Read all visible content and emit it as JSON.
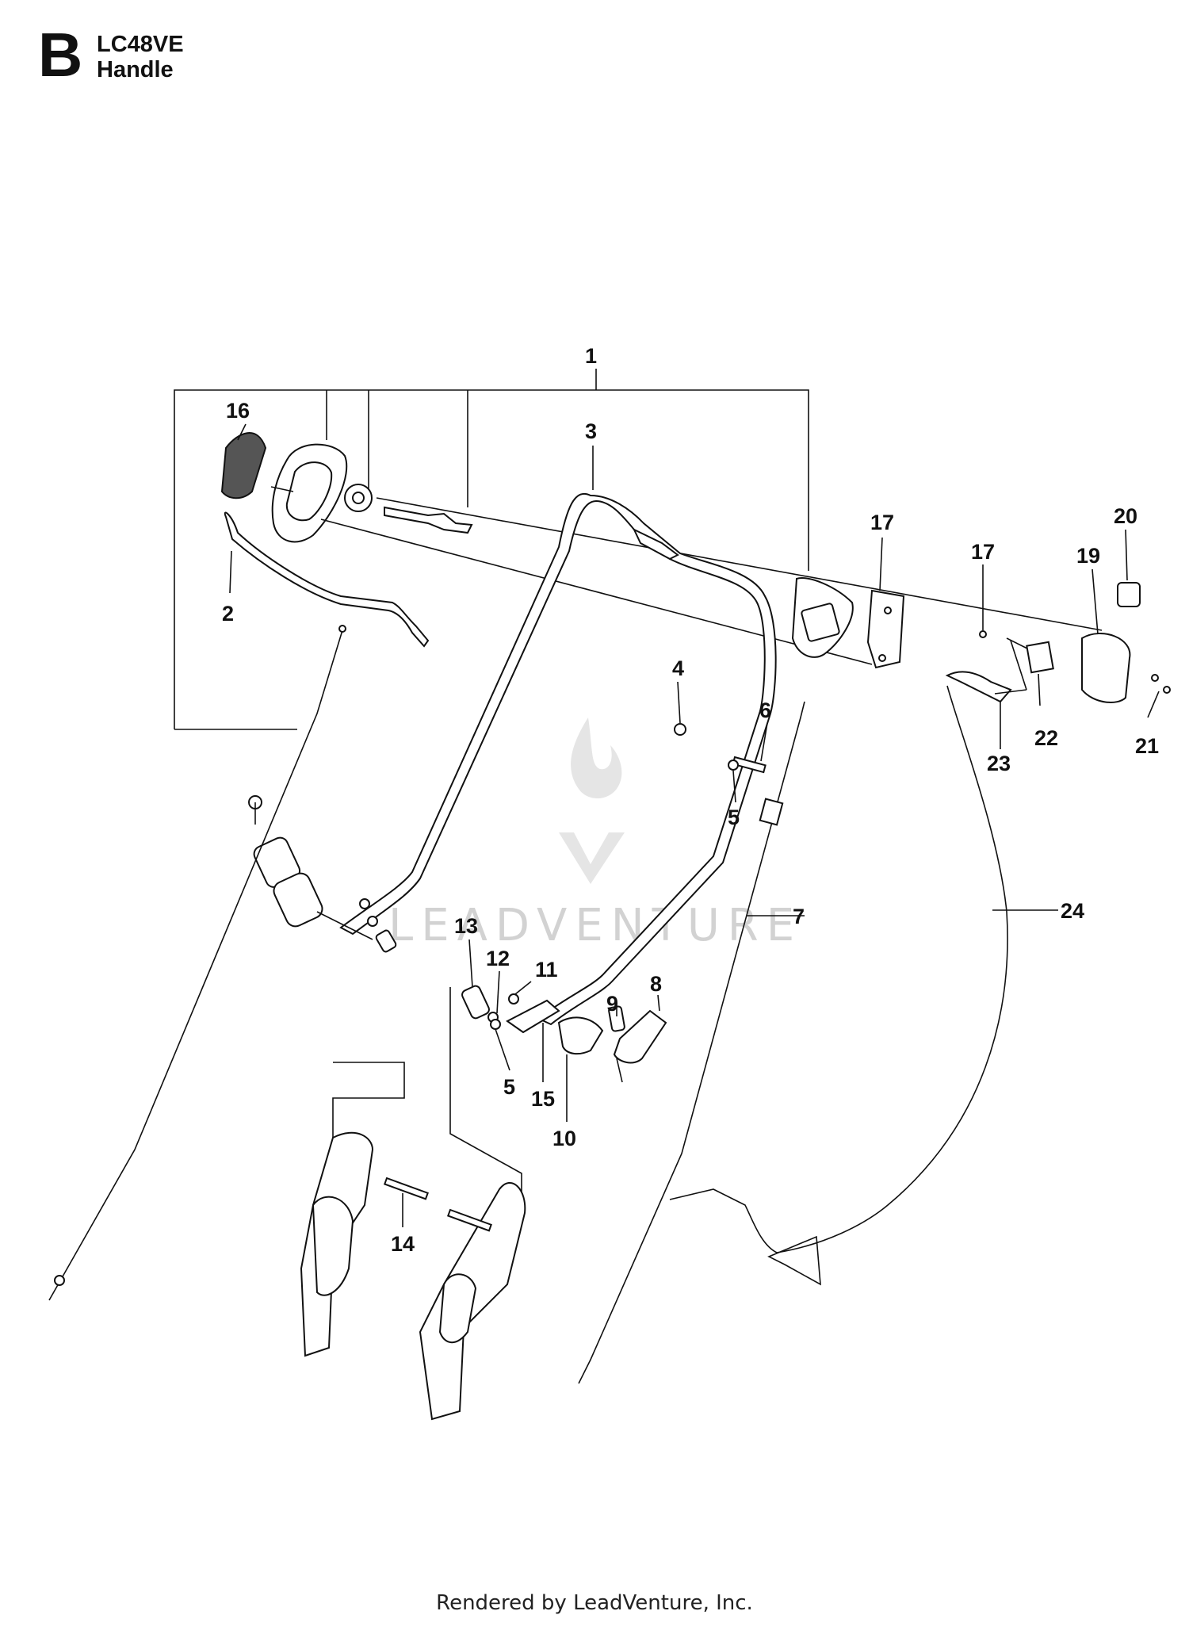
{
  "header": {
    "section_letter": "B",
    "model": "LC48VE",
    "title": "Handle"
  },
  "watermark": {
    "text": "LEADVENTURE",
    "color": "#d2d2d2"
  },
  "footer": {
    "text": "Rendered by LeadVenture, Inc."
  },
  "callouts": [
    "1",
    "16",
    "3",
    "2",
    "17",
    "17",
    "20",
    "19",
    "4",
    "6",
    "5",
    "22",
    "21",
    "23",
    "7",
    "24",
    "13",
    "12",
    "11",
    "9",
    "8",
    "5",
    "15",
    "10",
    "14"
  ]
}
